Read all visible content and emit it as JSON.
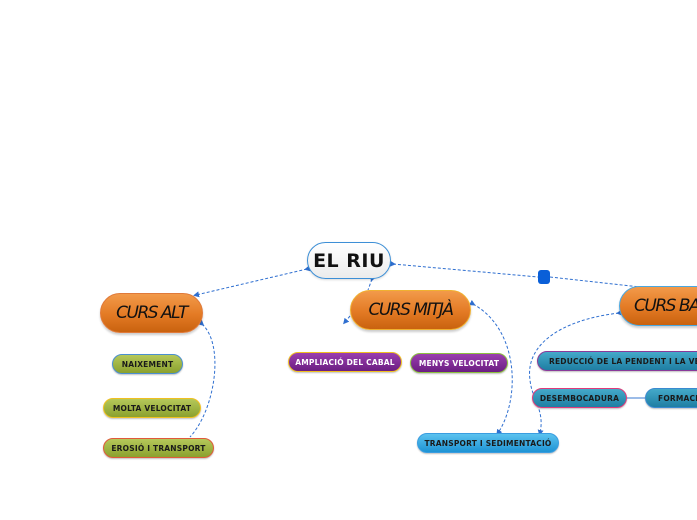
{
  "colors": {
    "connector": "#2f6fd0",
    "main_node": "#e37a24",
    "handle": "#0a5fd8"
  },
  "root": {
    "label": "EL RIU"
  },
  "branches": [
    {
      "label": "CURS ALT",
      "children": [
        "NAIXEMENT",
        "MOLTA VELOCITAT",
        "EROSIÓ I TRANSPORT"
      ]
    },
    {
      "label": "CURS MITJÀ",
      "children": [
        "AMPLIACIÓ DEL CABAL",
        "MENYS VELOCITAT",
        "TRANSPORT I SEDIMENTACIÓ"
      ]
    },
    {
      "label": "CURS BA",
      "children": [
        "REDUCCIÓ DE LA PENDENT I LA VELO",
        "DESEMBOCADURA",
        "FORMACIO"
      ]
    }
  ],
  "drag_handle": {
    "icon": "square-handle-icon"
  }
}
